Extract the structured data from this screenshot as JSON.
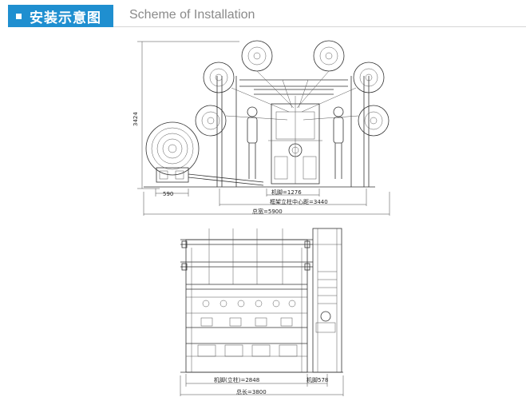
{
  "header": {
    "title_zh": "安装示意图",
    "title_en": "Scheme of Installation"
  },
  "front_view": {
    "height_label": "3424",
    "dim_590": "590",
    "dim_machine_foot": "机脚=1276",
    "dim_frame_center": "框架立柱中心距=3440",
    "dim_total_width": "总宽=5900"
  },
  "side_view": {
    "dim_foot_column": "机脚(立柱)=2848",
    "dim_foot_578": "机脚578",
    "dim_total_length": "总长=3800"
  },
  "colors": {
    "accent": "#1f8fd0",
    "line": "#333333"
  }
}
